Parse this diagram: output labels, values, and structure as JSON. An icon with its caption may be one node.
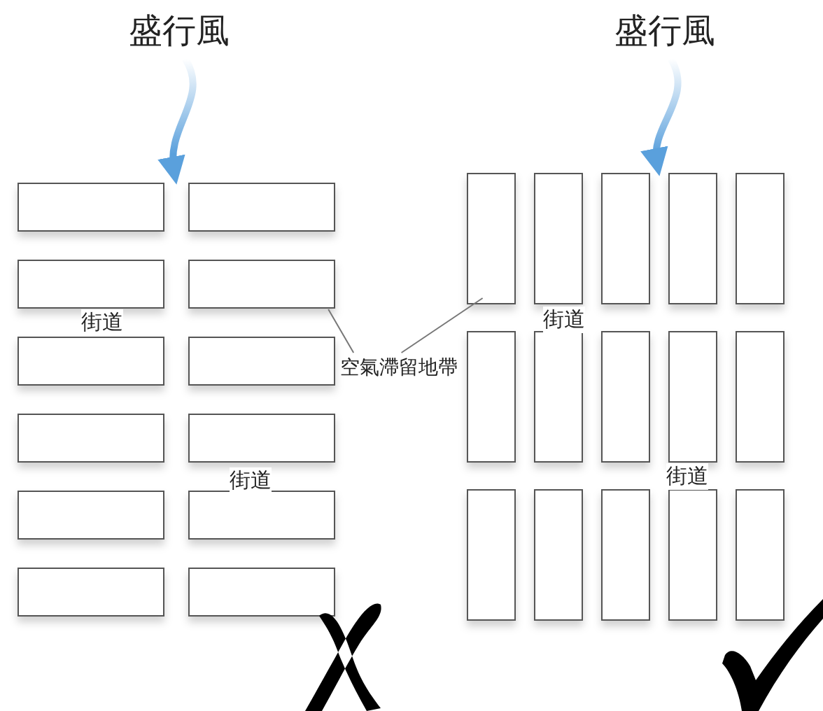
{
  "diagram": {
    "nodes": [
      {
        "text": [
          "盛行風"
        ]
      },
      {
        "text": [
          "盛行風"
        ]
      },
      {
        "text": [
          "空氣滯留地帶"
        ]
      }
    ],
    "edges": [
      {
        "from": 0,
        "to": null,
        "arrow": "to"
      },
      {
        "from": 1,
        "to": null,
        "arrow": "to"
      },
      {
        "from": 2,
        "to": null,
        "arrow": "none"
      },
      {
        "from": 2,
        "to": null,
        "arrow": "none"
      }
    ],
    "labels": [
      "街道",
      "街道",
      "街道",
      "街道"
    ]
  }
}
